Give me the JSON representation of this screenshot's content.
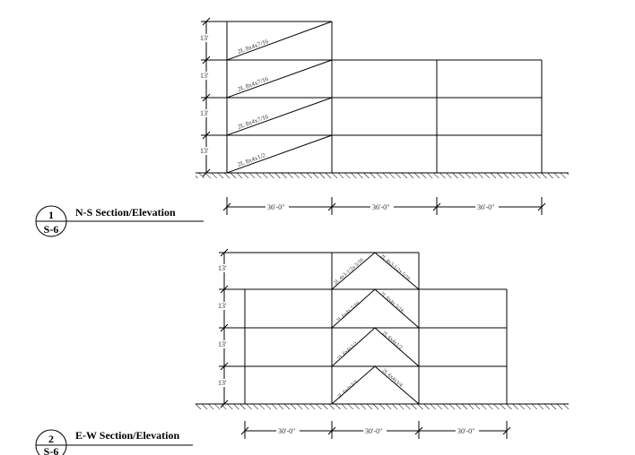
{
  "section1": {
    "title": "N-S Section/Elevation",
    "detail_number": "1",
    "sheet": "S-6",
    "story_heights": [
      "13'",
      "13'",
      "13'",
      "13'"
    ],
    "bay_dimensions": [
      "36'-0\"",
      "36'-0\"",
      "36'-0\""
    ],
    "braces": [
      "2L 8x4x7/16",
      "2L 8x4x7/16",
      "2L 8x4x7/16",
      "2L 8x4x1/2"
    ]
  },
  "section2": {
    "title": "E-W Section/Elevation",
    "detail_number": "2",
    "sheet": "S-6",
    "story_heights": [
      "13'",
      "13'",
      "13'",
      "13'"
    ],
    "bay_dimensions": [
      "30'-0\"",
      "30'-0\"",
      "30'-0\""
    ],
    "braces_left": [
      "2L 4x3-1/2x 5/16",
      "2L 6x4x 5/16",
      "2L 6x4x1/2",
      "2L 6x4x3/4"
    ],
    "braces_right": [
      "2L 4x3-1/2x 5/16",
      "2L 6x4x 5/16",
      "2L 6x4x1/2",
      "2L 6x4x3/4"
    ]
  }
}
